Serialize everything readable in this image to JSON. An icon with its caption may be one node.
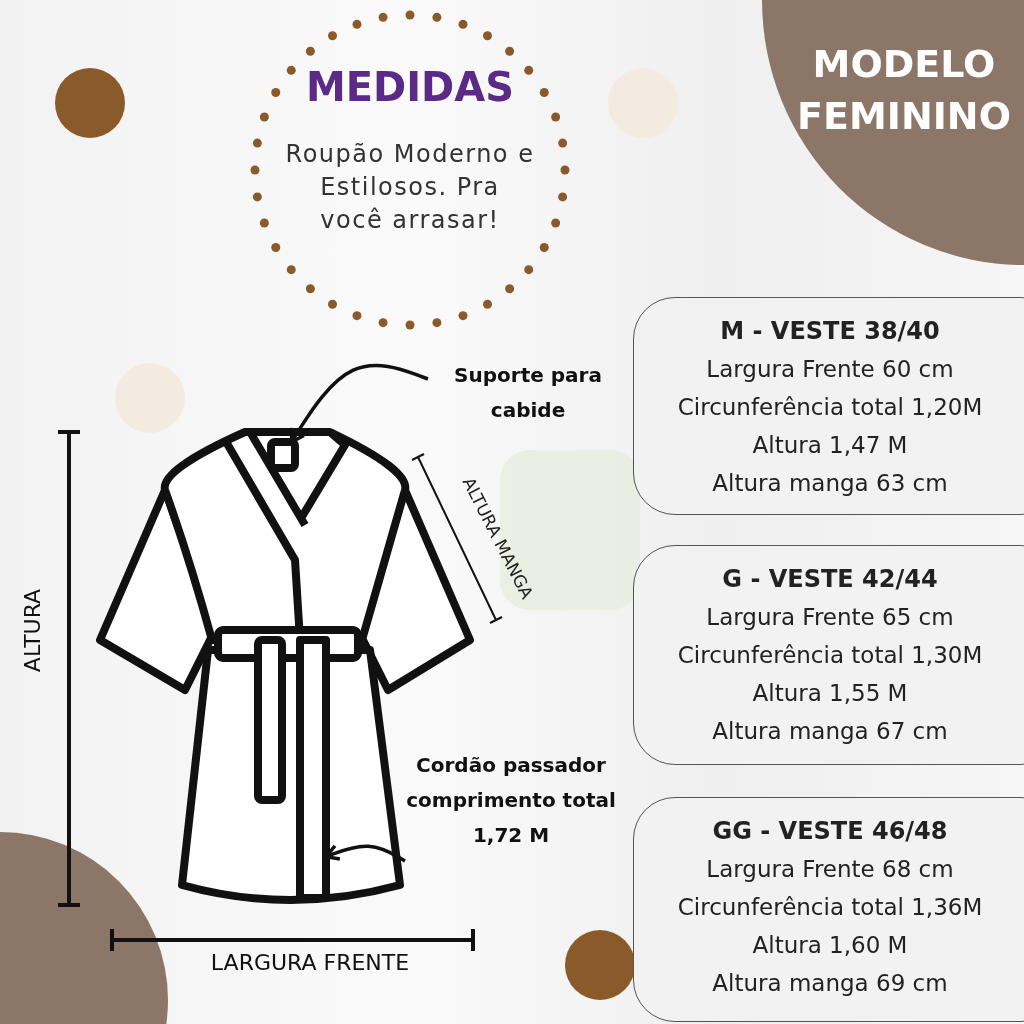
{
  "diagram": {
    "nodes": [
      {
        "text": [
          "MODELO FEMININO"
        ]
      },
      {
        "text": [
          "MEDIDAS",
          "Roupão Moderno e Estilosos. Pra você arrasar!"
        ]
      },
      {
        "text": [
          "Suporte para cabide"
        ]
      },
      {
        "text": [],
        "shape": "box"
      },
      {
        "text": [
          "Cordão passador comprimento total 1,72 M"
        ]
      },
      {
        "text": [],
        "shape": "bar"
      },
      {
        "text": [
          "M - VESTE 38/40",
          "Largura Frente 60 cm",
          "Circunferência total 1,20M",
          "Altura 1,47 M",
          "Altura manga 63 cm"
        ]
      },
      {
        "text": [
          "G - VESTE 42/44",
          "Largura Frente 65 cm",
          "Circunferência total 1,30M",
          "Altura 1,55 M",
          "Altura manga 67 cm"
        ]
      },
      {
        "text": [
          "GG - VESTE 46/48",
          "Largura Frente 68 cm",
          "Circunferência total 1,36M",
          "Altura 1,60 M",
          "Altura manga 69 cm"
        ]
      }
    ],
    "edges": [
      {
        "from": 2,
        "to": 3,
        "arrow": "to"
      },
      {
        "from": 4,
        "to": 5,
        "arrow": "to"
      }
    ],
    "labels": [
      "ALTURA MANGA",
      "ALTURA",
      "LARGURA FRENTE"
    ]
  }
}
